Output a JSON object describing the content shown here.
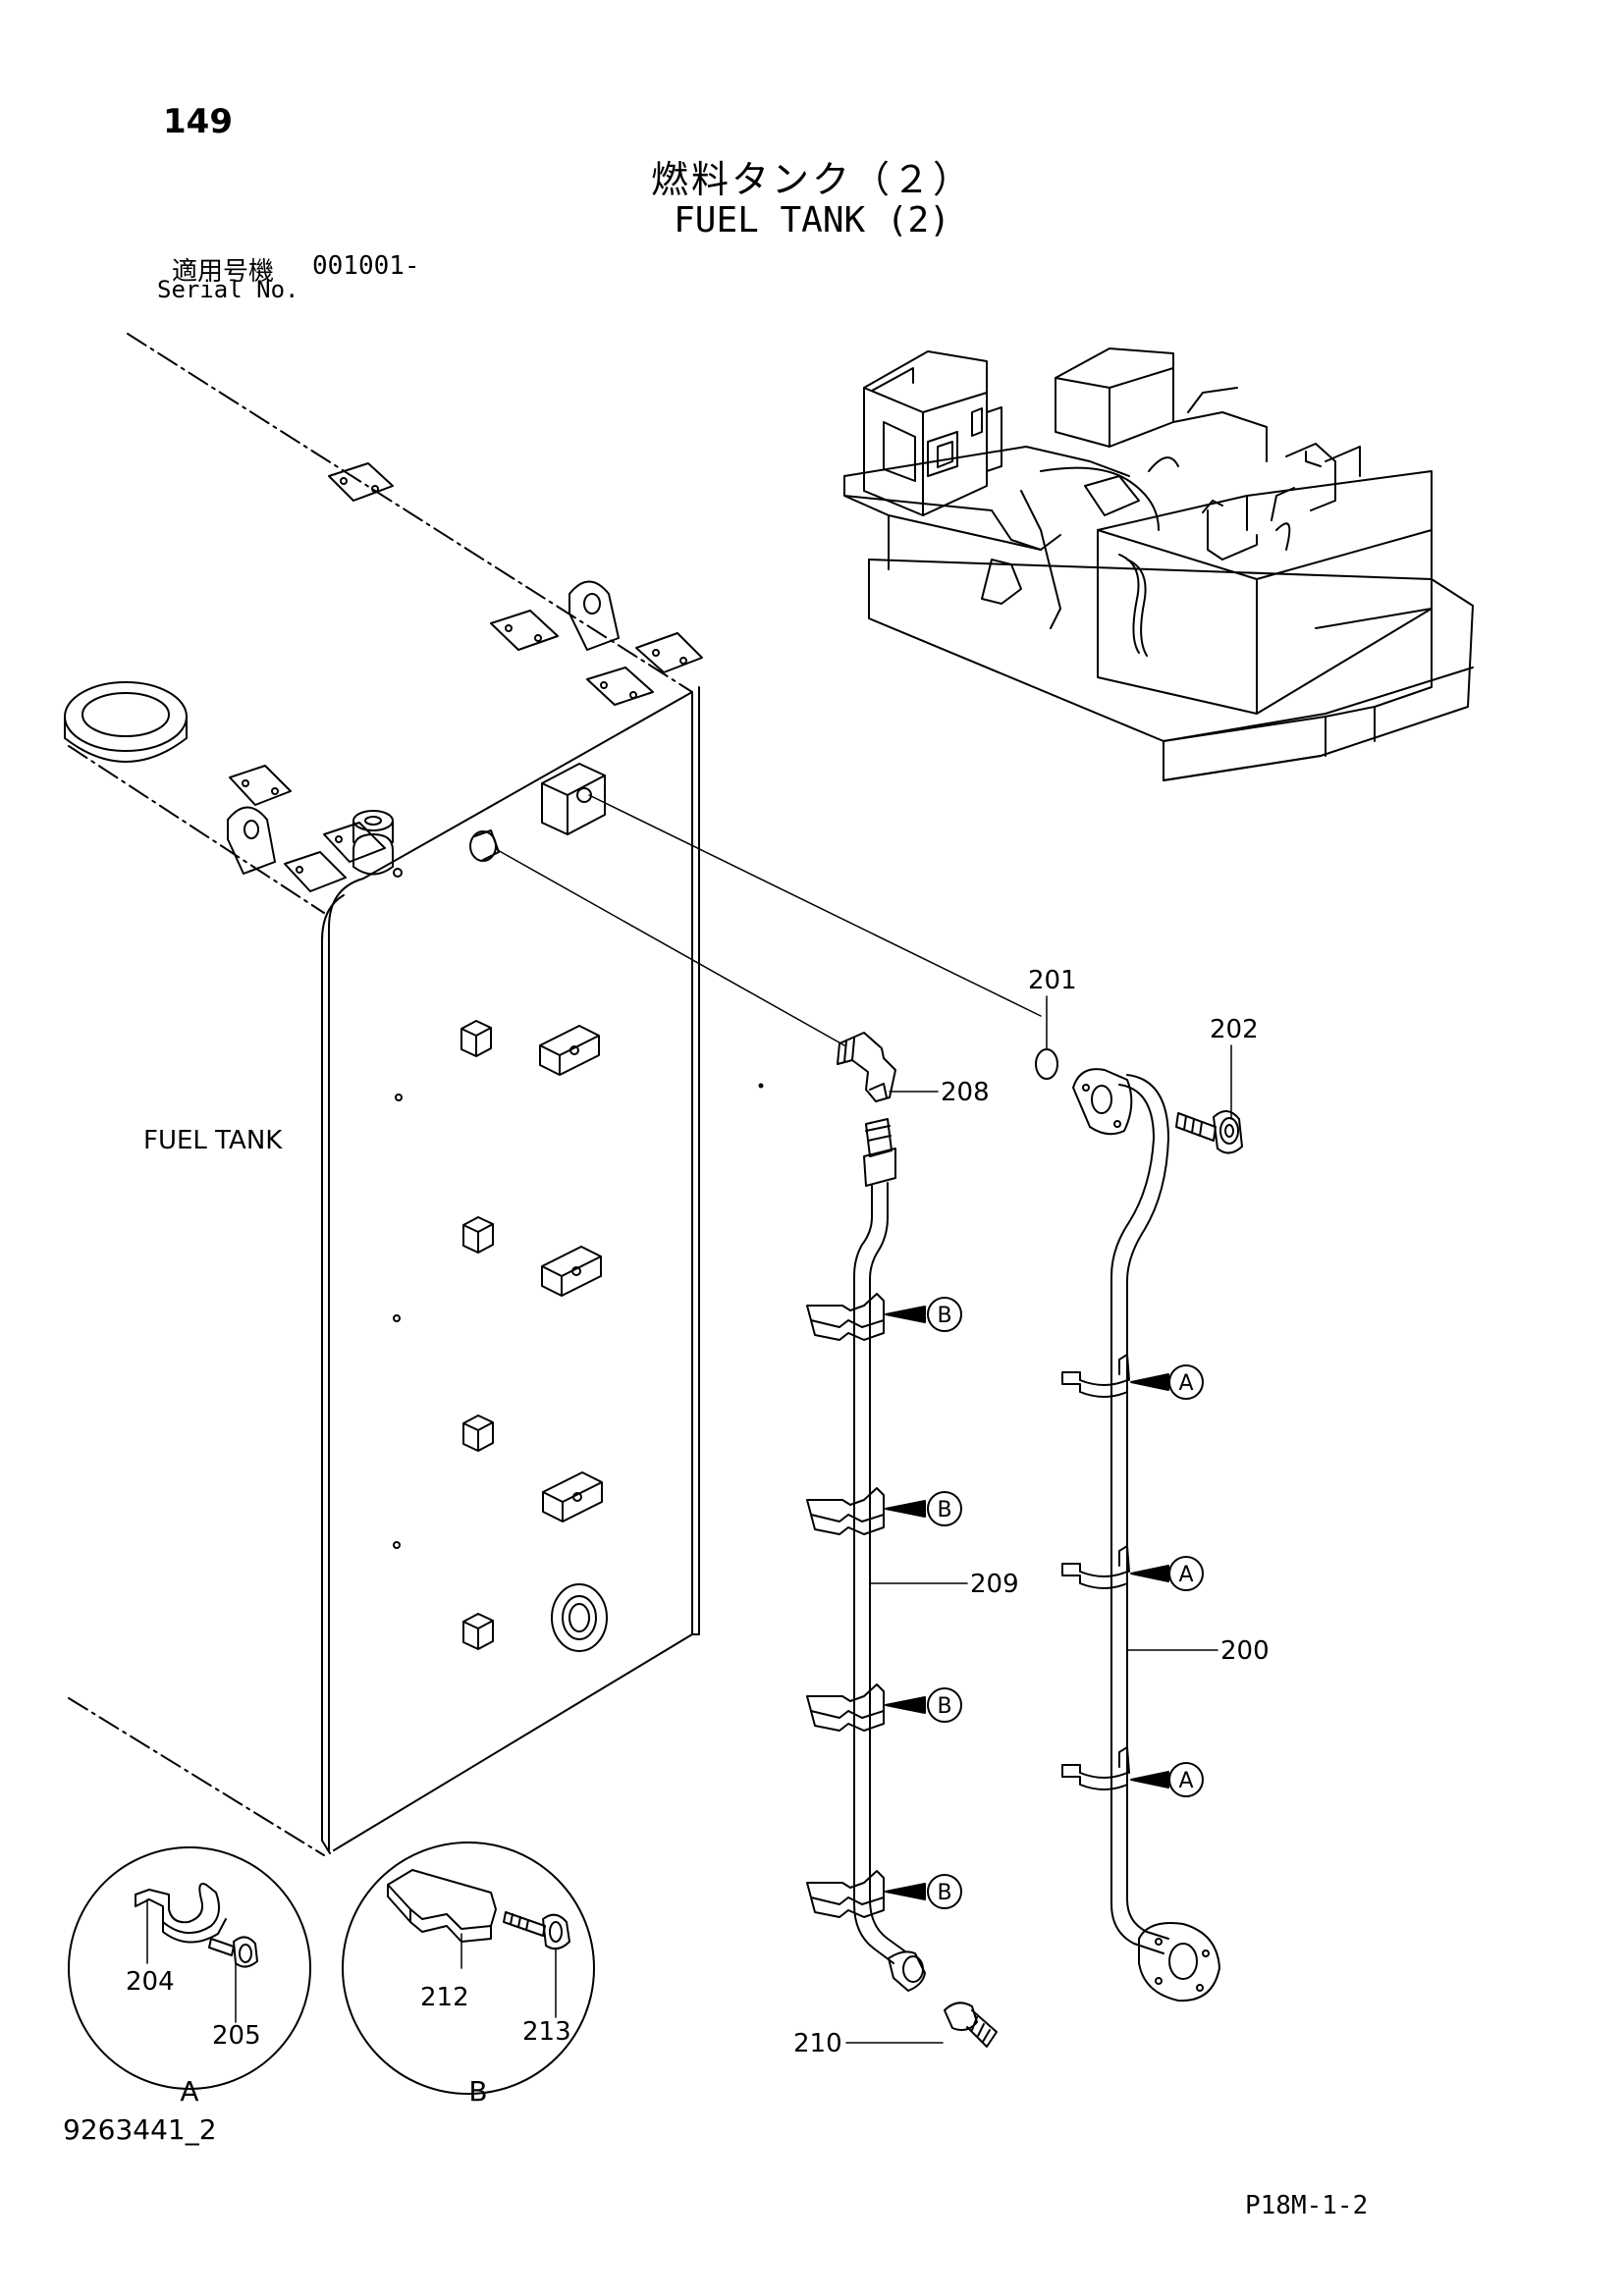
{
  "header": {
    "page_number": "149",
    "title_ja": "燃料タンク（２）",
    "title_en": "FUEL TANK (2)",
    "serial_label_ja": "適用号機",
    "serial_value": "001001-",
    "serial_label_en": "Serial No."
  },
  "labels": {
    "fuel_tank": "FUEL TANK"
  },
  "callouts": {
    "p200": "200",
    "p201": "201",
    "p202": "202",
    "p204": "204",
    "p205": "205",
    "p208": "208",
    "p209": "209",
    "p210": "210",
    "p212": "212",
    "p213": "213"
  },
  "detail_views": {
    "a": "A",
    "b": "B"
  },
  "footer": {
    "drawing_number": "9263441_2",
    "page_code": "P18M-1-2"
  }
}
